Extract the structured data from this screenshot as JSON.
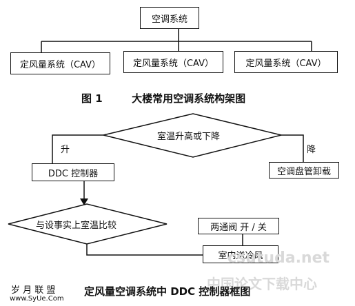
{
  "figure1": {
    "root": "空调系统",
    "children": [
      "定风量系统（CAV）",
      "定风量系统（CAV）",
      "定风量系统（CAV）"
    ],
    "caption_number": "图 1",
    "caption_text": "大楼常用空调系统构架图"
  },
  "figure2": {
    "decision_top": "室温升高或下降",
    "branch_left": "升",
    "branch_right": "降",
    "ddc": "DDC 控制器",
    "coil_unload": "空调盘管卸载",
    "decision_compare": "与设事实上室温比较",
    "valve": "两通阀 开 / 关",
    "supply": "室内送冷风",
    "caption": "定风量空调系统中 DDC 控制器框图"
  },
  "watermarks": {
    "site_en": "csutuda.net",
    "site_cn": "中国论文下载中心",
    "brand_cn": "岁 月 联 盟",
    "brand_url": "www.SyUe.Com"
  }
}
